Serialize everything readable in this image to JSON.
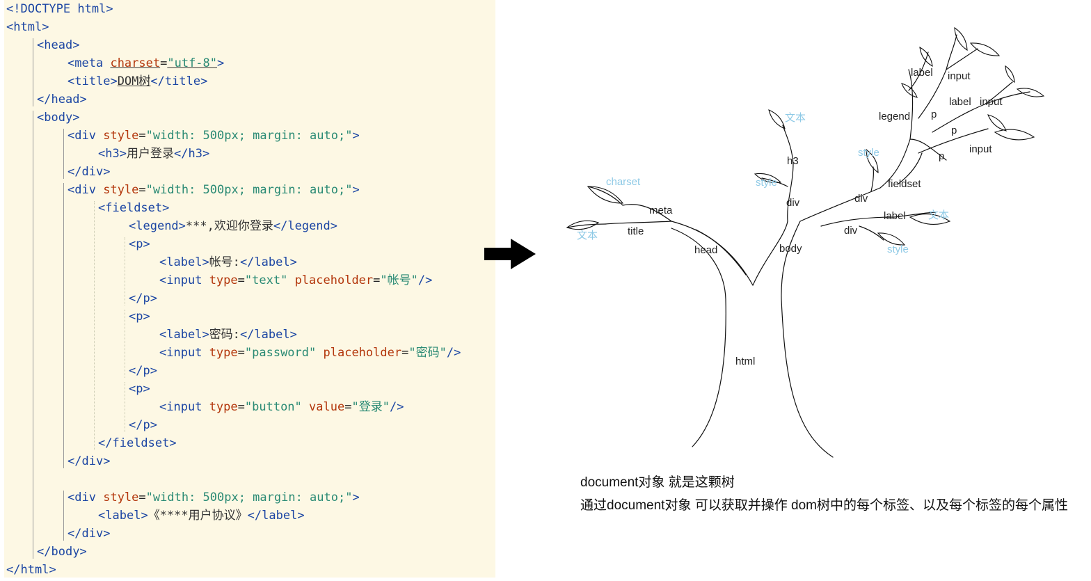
{
  "code": {
    "lines": [
      {
        "depth": 0,
        "kind": "doctype",
        "name": "!DOCTYPE html"
      },
      {
        "depth": 0,
        "kind": "open",
        "name": "html"
      },
      {
        "depth": 1,
        "kind": "open",
        "name": "head"
      },
      {
        "depth": 2,
        "kind": "selfclose",
        "name": "meta",
        "attrs": [
          {
            "name": "charset",
            "value": "utf-8"
          }
        ],
        "marked": true
      },
      {
        "depth": 2,
        "kind": "inline",
        "name": "title",
        "text": "DOM树",
        "marked": true
      },
      {
        "depth": 1,
        "kind": "close",
        "name": "head"
      },
      {
        "depth": 1,
        "kind": "open",
        "name": "body"
      },
      {
        "depth": 2,
        "kind": "open",
        "name": "div",
        "attrs": [
          {
            "name": "style",
            "value": "width: 500px; margin: auto;"
          }
        ]
      },
      {
        "depth": 3,
        "kind": "inline",
        "name": "h3",
        "text": "用户登录"
      },
      {
        "depth": 2,
        "kind": "close",
        "name": "div"
      },
      {
        "depth": 2,
        "kind": "open",
        "name": "div",
        "attrs": [
          {
            "name": "style",
            "value": "width: 500px; margin: auto;"
          }
        ]
      },
      {
        "depth": 3,
        "kind": "open",
        "name": "fieldset"
      },
      {
        "depth": 4,
        "kind": "inline",
        "name": "legend",
        "text": "***,欢迎你登录"
      },
      {
        "depth": 4,
        "kind": "open",
        "name": "p"
      },
      {
        "depth": 5,
        "kind": "inline",
        "name": "label",
        "text": "帐号:"
      },
      {
        "depth": 5,
        "kind": "selfclose",
        "name": "input",
        "attrs": [
          {
            "name": "type",
            "value": "text"
          },
          {
            "name": "placeholder",
            "value": "帐号"
          }
        ]
      },
      {
        "depth": 4,
        "kind": "close",
        "name": "p"
      },
      {
        "depth": 4,
        "kind": "open",
        "name": "p"
      },
      {
        "depth": 5,
        "kind": "inline",
        "name": "label",
        "text": "密码:"
      },
      {
        "depth": 5,
        "kind": "selfclose",
        "name": "input",
        "attrs": [
          {
            "name": "type",
            "value": "password"
          },
          {
            "name": "placeholder",
            "value": "密码"
          }
        ]
      },
      {
        "depth": 4,
        "kind": "close",
        "name": "p"
      },
      {
        "depth": 4,
        "kind": "open",
        "name": "p"
      },
      {
        "depth": 5,
        "kind": "selfclose",
        "name": "input",
        "attrs": [
          {
            "name": "type",
            "value": "button"
          },
          {
            "name": "value",
            "value": "登录"
          }
        ]
      },
      {
        "depth": 4,
        "kind": "close",
        "name": "p"
      },
      {
        "depth": 3,
        "kind": "close",
        "name": "fieldset"
      },
      {
        "depth": 2,
        "kind": "close",
        "name": "div"
      },
      {
        "depth": 2,
        "kind": "blank"
      },
      {
        "depth": 2,
        "kind": "open",
        "name": "div",
        "attrs": [
          {
            "name": "style",
            "value": "width: 500px; margin: auto;"
          }
        ]
      },
      {
        "depth": 3,
        "kind": "inline",
        "name": "label",
        "text": "《****用户协议》"
      },
      {
        "depth": 2,
        "kind": "close",
        "name": "div"
      },
      {
        "depth": 1,
        "kind": "close",
        "name": "body"
      },
      {
        "depth": 0,
        "kind": "close",
        "name": "html"
      }
    ]
  },
  "arrow": {
    "icon": "right-arrow-icon",
    "color": "#000000"
  },
  "tree": {
    "nodes": [
      {
        "id": "html",
        "label": "html",
        "leaf": false
      },
      {
        "id": "head",
        "label": "head",
        "leaf": false
      },
      {
        "id": "body",
        "label": "body",
        "leaf": false
      },
      {
        "id": "meta",
        "label": "meta",
        "leaf": false
      },
      {
        "id": "title",
        "label": "title",
        "leaf": false
      },
      {
        "id": "charset",
        "label": "charset",
        "leaf": true
      },
      {
        "id": "title-text",
        "label": "文本",
        "leaf": true
      },
      {
        "id": "div1",
        "label": "div",
        "leaf": false
      },
      {
        "id": "h3",
        "label": "h3",
        "leaf": false
      },
      {
        "id": "h3-text",
        "label": "文本",
        "leaf": true
      },
      {
        "id": "style1",
        "label": "style",
        "leaf": true
      },
      {
        "id": "div2",
        "label": "div",
        "leaf": false
      },
      {
        "id": "style2",
        "label": "style",
        "leaf": true
      },
      {
        "id": "fieldset",
        "label": "fieldset",
        "leaf": false
      },
      {
        "id": "legend",
        "label": "legend",
        "leaf": false
      },
      {
        "id": "p1",
        "label": "p",
        "leaf": false
      },
      {
        "id": "label1",
        "label": "label",
        "leaf": false
      },
      {
        "id": "input1",
        "label": "input",
        "leaf": false
      },
      {
        "id": "p2",
        "label": "p",
        "leaf": false
      },
      {
        "id": "label2",
        "label": "label",
        "leaf": false
      },
      {
        "id": "input2",
        "label": "input",
        "leaf": false
      },
      {
        "id": "p3",
        "label": "p",
        "leaf": false
      },
      {
        "id": "input3",
        "label": "input",
        "leaf": false
      },
      {
        "id": "div3",
        "label": "div",
        "leaf": false
      },
      {
        "id": "label3",
        "label": "label",
        "leaf": false
      },
      {
        "id": "label3-text",
        "label": "文本",
        "leaf": true
      },
      {
        "id": "style3",
        "label": "style",
        "leaf": true
      }
    ]
  },
  "caption": {
    "line1": "document对象 就是这颗树",
    "line2": "通过document对象 可以获取并操作 dom树中的每个标签、以及每个标签的每个属性"
  }
}
